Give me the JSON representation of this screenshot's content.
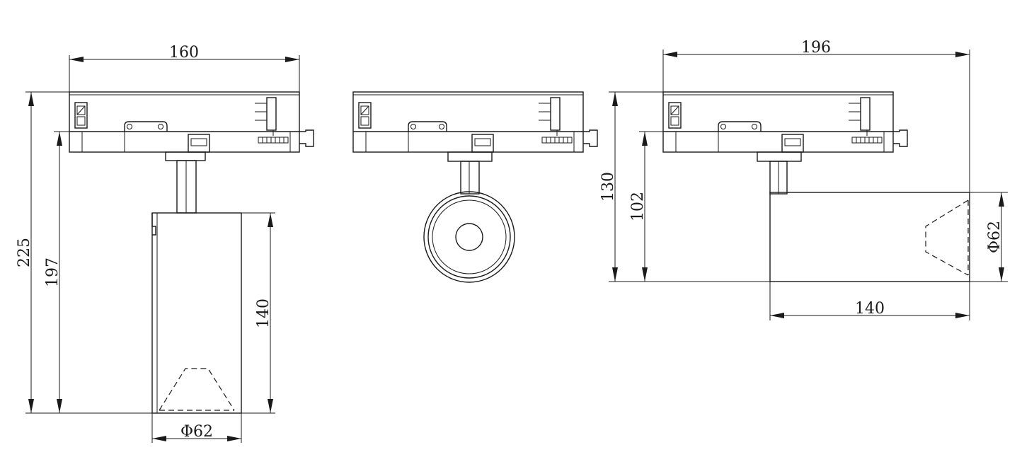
{
  "dimensions": {
    "front_width": "160",
    "front_total_height": "225",
    "front_mount_height": "197",
    "front_head_length": "140",
    "front_head_diameter": "Φ62",
    "side_total_width": "196",
    "side_total_height": "130",
    "side_mount_height": "102",
    "side_head_length": "140",
    "side_head_diameter": "Φ62"
  },
  "colors": {
    "line": "#1a1a1a",
    "background": "#ffffff"
  }
}
